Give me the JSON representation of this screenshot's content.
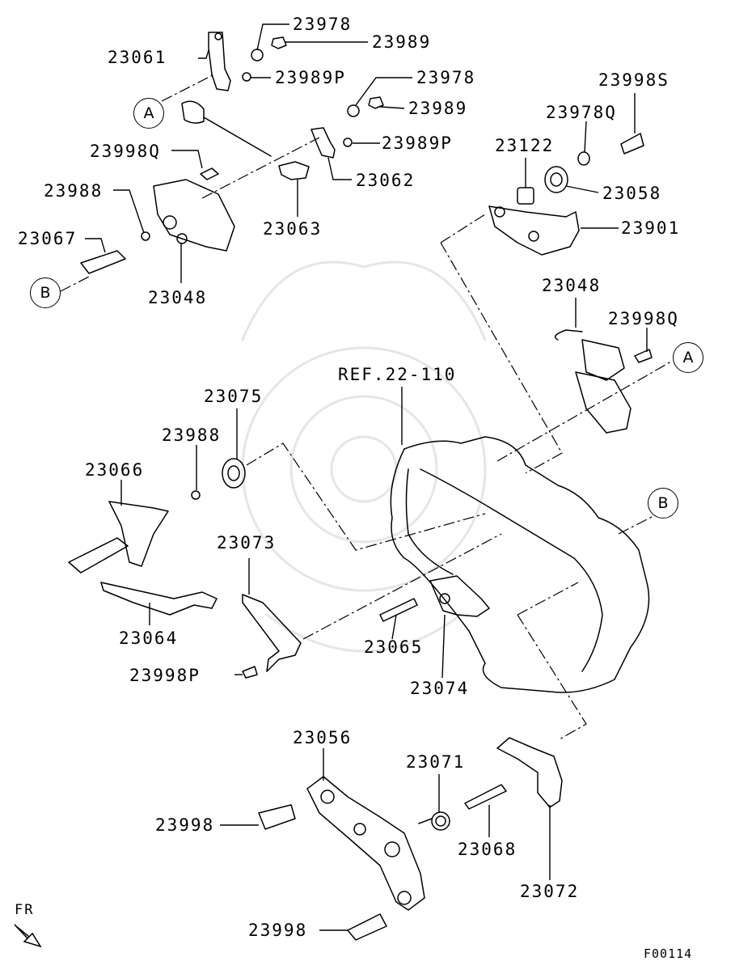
{
  "labels": {
    "p23061": "23061",
    "p23978_a": "23978",
    "p23989_a": "23989",
    "p23989P_a": "23989P",
    "p23978_b": "23978",
    "p23989_b": "23989",
    "p23989P_b": "23989P",
    "p23998S": "23998S",
    "p23978Q": "23978Q",
    "p23122": "23122",
    "p23058": "23058",
    "p23901": "23901",
    "p23998Q_a": "23998Q",
    "p23062": "23062",
    "p23063": "23063",
    "p23988_a": "23988",
    "p23067": "23067",
    "p23048_a": "23048",
    "p23048_b": "23048",
    "p23998Q_b": "23998Q",
    "ref": "REF.22-110",
    "p23075": "23075",
    "p23988_b": "23988",
    "p23066": "23066",
    "p23073": "23073",
    "p23064": "23064",
    "p23065": "23065",
    "p23998P": "23998P",
    "p23074": "23074",
    "p23056": "23056",
    "p23071": "23071",
    "p23998_a": "23998",
    "p23068": "23068",
    "p23072": "23072",
    "p23998_b": "23998",
    "fr": "FR",
    "code": "F00114"
  },
  "callouts": {
    "a_left": "A",
    "a_right": "A",
    "b_left": "B",
    "b_right": "B"
  }
}
